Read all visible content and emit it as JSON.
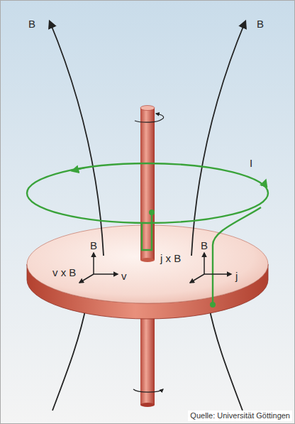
{
  "diagram": {
    "labels": [
      "B",
      "B",
      "I",
      "B",
      "v x B",
      "v",
      "j x B",
      "B",
      "j",
      "Quelle: Universität Göttingen"
    ]
  }
}
